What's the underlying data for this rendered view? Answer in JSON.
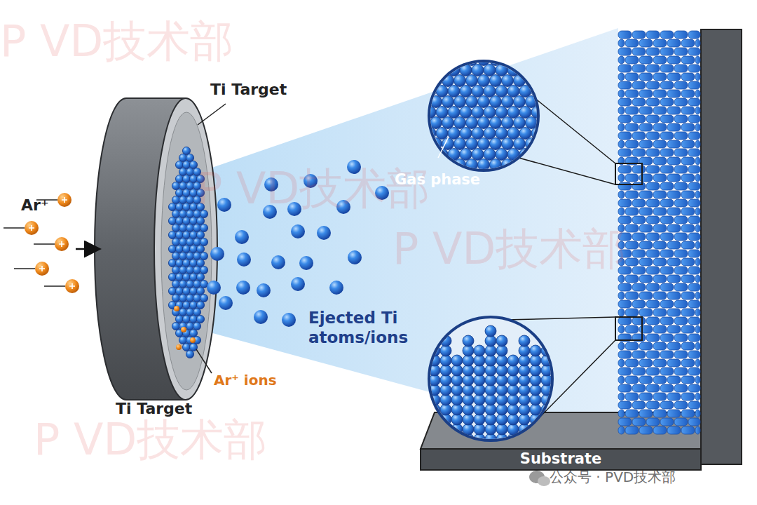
{
  "diagram": {
    "nodes": [
      {
        "text": [
          "Substrate"
        ]
      }
    ],
    "labels": [
      "P VD技术部",
      "P VD技术部",
      "P VD技术部",
      "P VD技术部",
      "Ti Target",
      "Ti Target",
      "Ar⁺",
      "Gas phase",
      "Ejected Ti atoms/ions",
      "Ar⁺ ions",
      "公众号 · PVD技术部"
    ]
  }
}
